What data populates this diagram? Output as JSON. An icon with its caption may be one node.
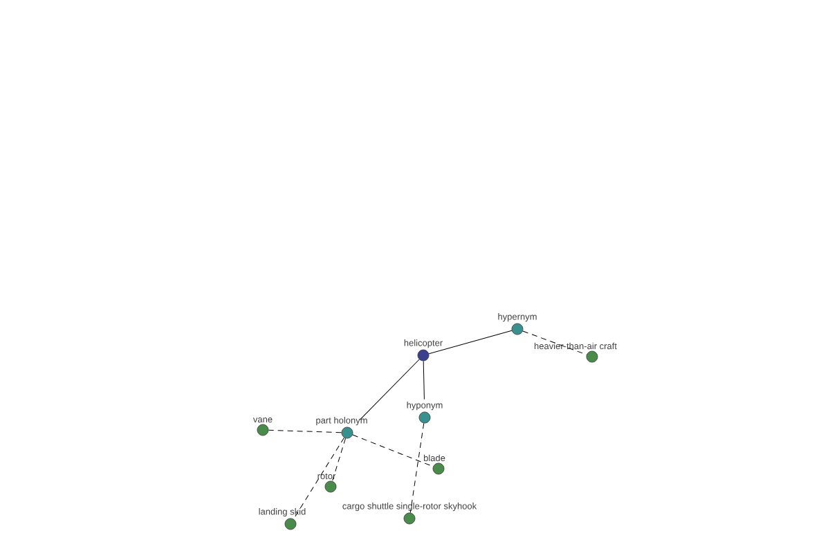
{
  "diagram": {
    "nodes": [
      {
        "text": [
          "helicopter"
        ]
      },
      {
        "text": [
          "hypernym"
        ]
      },
      {
        "text": [
          "heavier-than-air craft"
        ]
      },
      {
        "text": [
          "part holonym"
        ]
      },
      {
        "text": [
          "hyponym"
        ]
      },
      {
        "text": [
          "vane"
        ]
      },
      {
        "text": [
          "blade"
        ]
      },
      {
        "text": [
          "rotor"
        ]
      },
      {
        "text": [
          "landing skid"
        ]
      },
      {
        "text": [
          "cargo shuttle single-rotor skyhook"
        ]
      }
    ],
    "edges": [
      {
        "from": 0,
        "to": 1,
        "arrow": "none"
      },
      {
        "from": 0,
        "to": 3,
        "arrow": "none"
      },
      {
        "from": 0,
        "to": 4,
        "arrow": "none"
      },
      {
        "from": 1,
        "to": 2,
        "arrow": "none",
        "style": "dashed"
      },
      {
        "from": 3,
        "to": 5,
        "arrow": "none",
        "style": "dashed"
      },
      {
        "from": 3,
        "to": 6,
        "arrow": "none",
        "style": "dashed"
      },
      {
        "from": 3,
        "to": 7,
        "arrow": "none",
        "style": "dashed"
      },
      {
        "from": 3,
        "to": 8,
        "arrow": "none",
        "style": "dashed"
      },
      {
        "from": 4,
        "to": 9,
        "arrow": "none",
        "style": "dashed"
      }
    ]
  }
}
